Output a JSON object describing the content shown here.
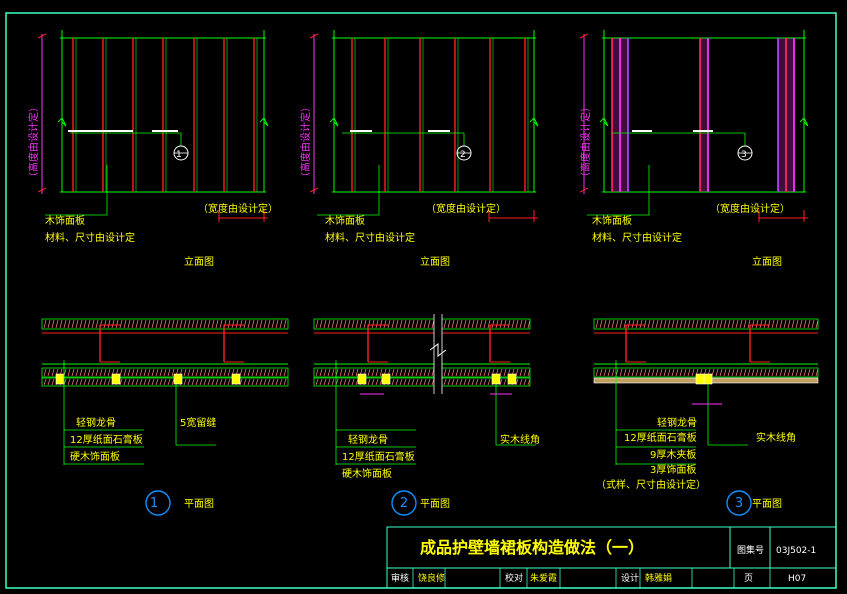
{
  "colors": {
    "frame": "#3fffc8",
    "panel": "#00ff00",
    "red": "#ff2020",
    "magenta": "#ff30ff",
    "purple": "#a040ff",
    "label": "#ffff00",
    "title": "#ffff00",
    "circle": "#1090ff",
    "hatch": "#ff8080"
  },
  "elevations": [
    {
      "vertical_dim": "（高度由设计定）",
      "horizontal_dim": "（宽度由设计定）",
      "label_line1": "木饰面板",
      "label_line2": "材料、尺寸由设计定",
      "caption": "立面图",
      "callout": "1"
    },
    {
      "vertical_dim": "（高度由设计定）",
      "horizontal_dim": "（宽度由设计定）",
      "label_line1": "木饰面板",
      "label_line2": "材料、尺寸由设计定",
      "caption": "立面图",
      "callout": "2"
    },
    {
      "vertical_dim": "（高度由设计定）",
      "horizontal_dim": "（宽度由设计定）",
      "label_line1": "木饰面板",
      "label_line2": "材料、尺寸由设计定",
      "caption": "立面图",
      "callout": "3"
    }
  ],
  "plans": [
    {
      "labels": [
        "轻钢龙骨",
        "12厚纸面石膏板",
        "硬木饰面板"
      ],
      "side_label": "5宽留缝",
      "number": "1",
      "caption": "平面图"
    },
    {
      "labels": [
        "轻钢龙骨",
        "12厚纸面石膏板",
        "硬木饰面板"
      ],
      "side_label": "实木线角",
      "number": "2",
      "caption": "平面图"
    },
    {
      "labels": [
        "轻钢龙骨",
        "12厚纸面石膏板",
        "9厚木夹板",
        "3厚饰面板",
        "（式样、尺寸由设计定）"
      ],
      "side_label": "实木线角",
      "number": "3",
      "caption": "平面图"
    }
  ],
  "title_block": {
    "title": "成品护壁墙裙板构造做法（一）",
    "atlas_label": "图集号",
    "atlas_no": "03J502-1",
    "review_label": "审核",
    "review_name": "饶良修",
    "check_label": "校对",
    "check_name": "朱爱霞",
    "design_label": "设计",
    "design_name": "韩雅娟",
    "page_label": "页",
    "page_no": "H07"
  }
}
